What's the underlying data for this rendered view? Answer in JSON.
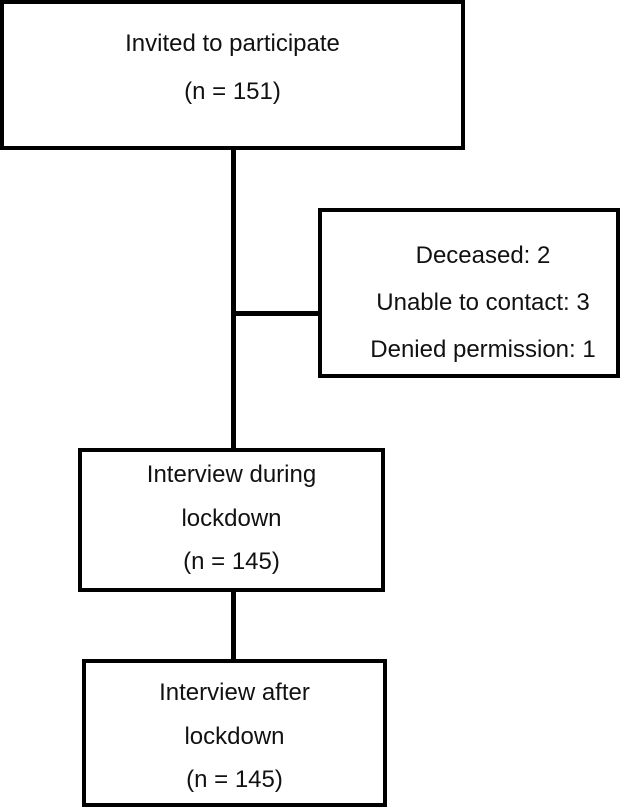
{
  "diagram": {
    "boxes": {
      "invited": {
        "lines": [
          "Invited to participate",
          "(n = 151)"
        ]
      },
      "exclusions": {
        "lines": [
          "Deceased: 2",
          "Unable to contact: 3",
          "Denied permission: 1"
        ]
      },
      "interview_during": {
        "lines": [
          "Interview during",
          "lockdown",
          "(n = 145)"
        ]
      },
      "interview_after": {
        "lines": [
          "Interview after",
          "lockdown",
          "(n = 145)"
        ]
      }
    },
    "colors": {
      "box_border": "#000000",
      "background": "#ffffff",
      "text": "#111111"
    }
  }
}
